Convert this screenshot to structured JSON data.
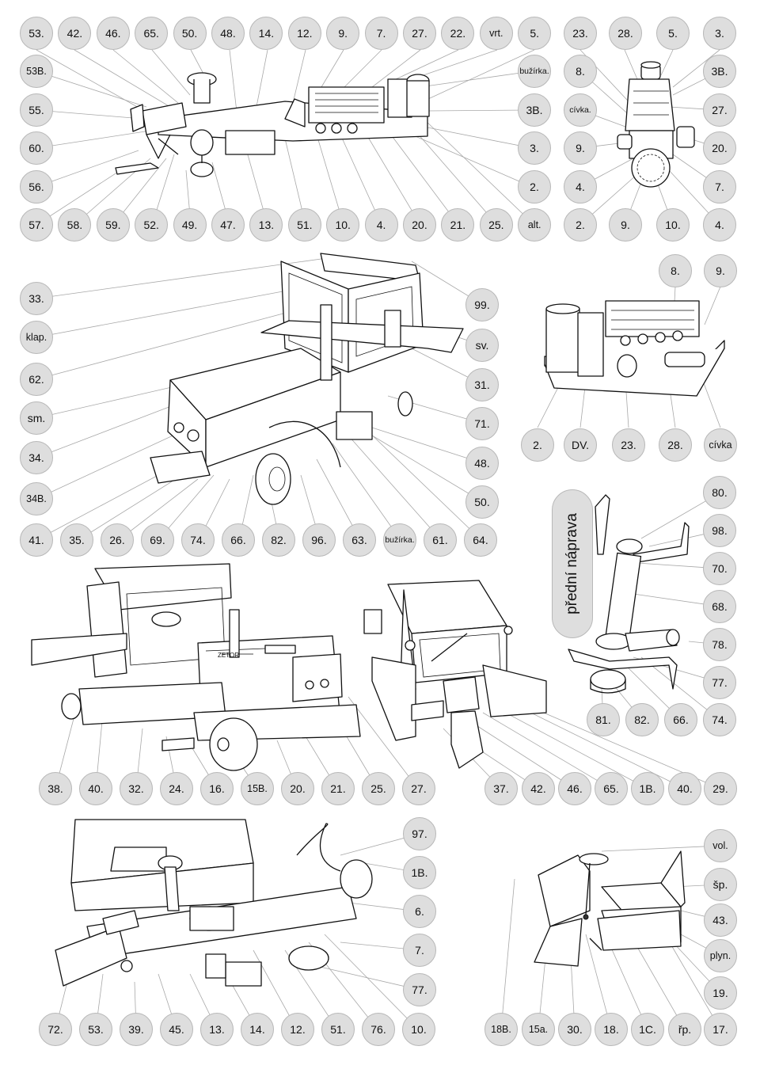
{
  "panels": {
    "frame": {
      "top": [
        "53.",
        "42.",
        "46.",
        "65.",
        "50.",
        "48.",
        "14.",
        "12.",
        "9.",
        "7.",
        "27.",
        "22.",
        "vrt.",
        "5."
      ],
      "left": [
        "53B.",
        "55.",
        "60.",
        "56."
      ],
      "right": [
        "bužírka.",
        "3B.",
        "3.",
        "2."
      ],
      "bottom": [
        "57.",
        "58.",
        "59.",
        "52.",
        "49.",
        "47.",
        "13.",
        "51.",
        "10.",
        "4.",
        "20.",
        "21.",
        "25.",
        "alt."
      ]
    },
    "engine": {
      "top": [
        "23.",
        "28.",
        "5.",
        "3."
      ],
      "left": [
        "8.",
        "cívka.",
        "9.",
        "4."
      ],
      "right": [
        "3B.",
        "27.",
        "20.",
        "7."
      ],
      "bottom": [
        "2.",
        "9.",
        "10.",
        "4."
      ]
    },
    "cab": {
      "left": [
        "33.",
        "klap.",
        "62.",
        "sm.",
        "34.",
        "34B."
      ],
      "right": [
        "99.",
        "sv.",
        "31.",
        "71.",
        "48.",
        "50."
      ],
      "bottom": [
        "41.",
        "35.",
        "26.",
        "69.",
        "74.",
        "66.",
        "82.",
        "96.",
        "63.",
        "bužírka.",
        "61.",
        "64."
      ]
    },
    "engine_unit": {
      "top": [
        "8.",
        "9."
      ],
      "bottom": [
        "2.",
        "DV.",
        "23.",
        "28.",
        "cívka"
      ]
    },
    "front_axle": {
      "title": "přední náprava",
      "right": [
        "80.",
        "98.",
        "70.",
        "68.",
        "78.",
        "77."
      ],
      "bottom": [
        "81.",
        "82.",
        "66.",
        "74."
      ]
    },
    "side_view": {
      "bottom": [
        "38.",
        "40.",
        "32.",
        "24.",
        "16.",
        "15B.",
        "20.",
        "21.",
        "25.",
        "27."
      ],
      "hood_text": "ZETOR"
    },
    "rear_view": {
      "bottom": [
        "37.",
        "42.",
        "46.",
        "65.",
        "1B.",
        "40.",
        "29."
      ]
    },
    "chassis": {
      "right": [
        "97.",
        "1B.",
        "6.",
        "7.",
        "77."
      ],
      "bottom": [
        "72.",
        "53.",
        "39.",
        "45.",
        "13.",
        "14.",
        "12.",
        "51.",
        "76.",
        "10."
      ]
    },
    "controls": {
      "right": [
        "vol.",
        "šp.",
        "43.",
        "plyn.",
        "19."
      ],
      "bottom": [
        "18B.",
        "15a.",
        "30.",
        "18.",
        "1C.",
        "řp.",
        "17."
      ]
    }
  },
  "colors": {
    "badge": "#dedede",
    "badge_border": "#b8b8b8",
    "line": "#111111",
    "leader": "#a8a8a8"
  }
}
